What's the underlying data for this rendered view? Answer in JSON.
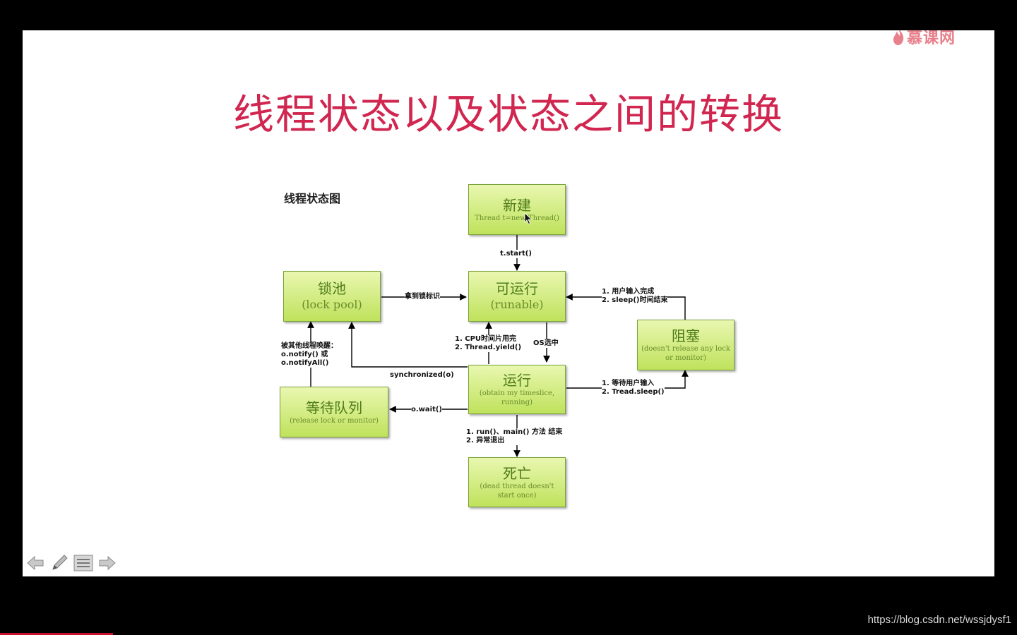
{
  "slide": {
    "brand": "慕课网",
    "title": "线程状态以及状态之间的转换",
    "diagram_label": "线程状态图"
  },
  "nodes": {
    "new": {
      "name": "新建",
      "sub": "Thread t=new Thread()"
    },
    "runnable": {
      "name": "可运行",
      "sub": "(runable)"
    },
    "lockpool": {
      "name": "锁池",
      "sub": "(lock pool)"
    },
    "running": {
      "name": "运行",
      "sub": "(obtain my timeslice, running)"
    },
    "blocked": {
      "name": "阻塞",
      "sub": "(doesn't release any lock or monitor)"
    },
    "waitqueue": {
      "name": "等待队列",
      "sub": "(release lock or monitor)"
    },
    "dead": {
      "name": "死亡",
      "sub": "(dead thread doesn't start once)"
    }
  },
  "edges": {
    "start": "t.start()",
    "get_lock": "拿到锁标识",
    "notified": "被其他线程唤醒：\no.notify() 或\no.notifyAll()",
    "yield": "1. CPU时间片用完\n2. Thread.yield()",
    "os_select": "OS选中",
    "synchronized": "synchronized(o)",
    "wait": "o.wait()",
    "unblock": "1. 用户输入完成\n2. sleep()时间结束",
    "block": "1. 等待用户输入\n2. Tread.sleep()",
    "finish": "1. run()、main() 方法 结束\n2. 异常退出"
  },
  "footer": {
    "watermark": "https://blog.csdn.net/wssjdysf1"
  },
  "colors": {
    "title": "#d0264f",
    "node_fill_top": "#e9f7b0",
    "node_fill_bottom": "#bfe25c"
  }
}
